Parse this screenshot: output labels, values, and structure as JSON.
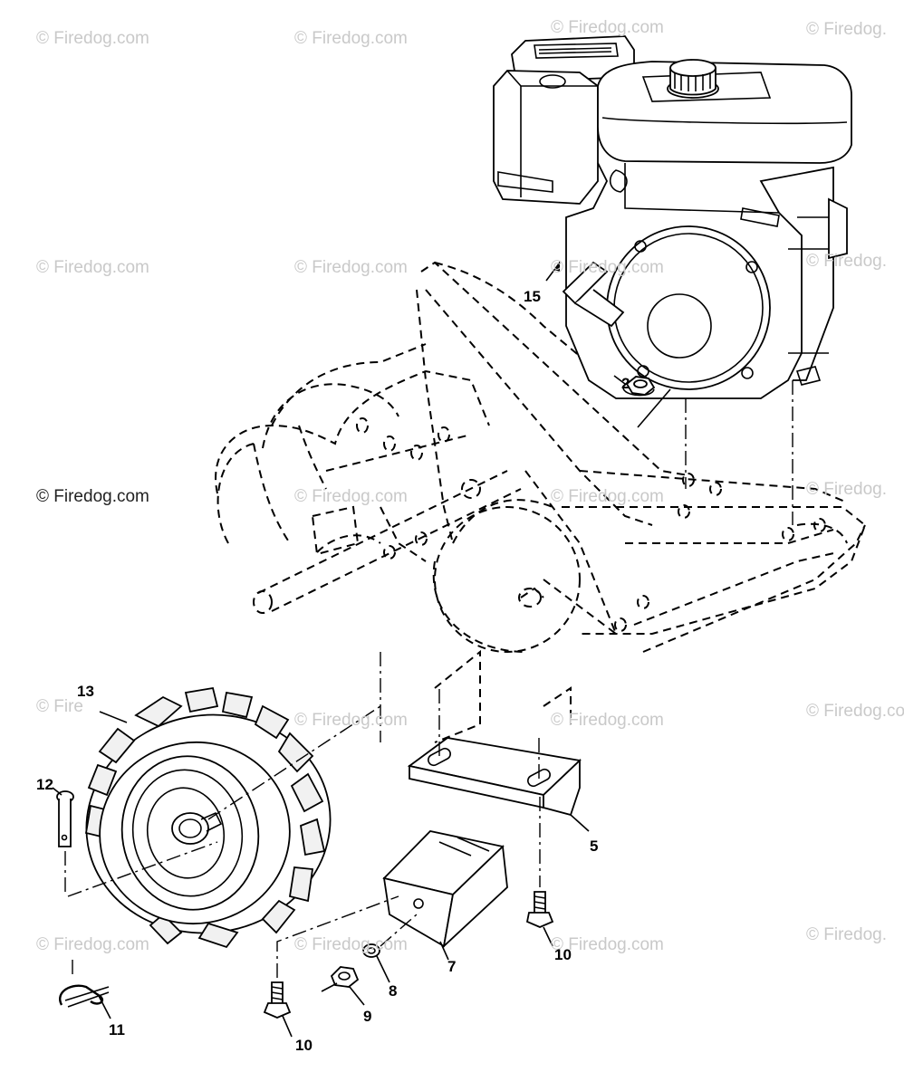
{
  "watermark": {
    "text": "© Firedog.com",
    "text_partial": "© Firedog.",
    "text_fragment": "© Fire"
  },
  "callouts": {
    "engine": "15",
    "nut_engine": "2",
    "wheel": "13",
    "clevis_pin": "12",
    "hairpin_clip": "11",
    "bolt_left": "10",
    "bolt_right": "10",
    "nut": "9",
    "washer": "8",
    "weight_block": "7",
    "bracket": "5"
  }
}
